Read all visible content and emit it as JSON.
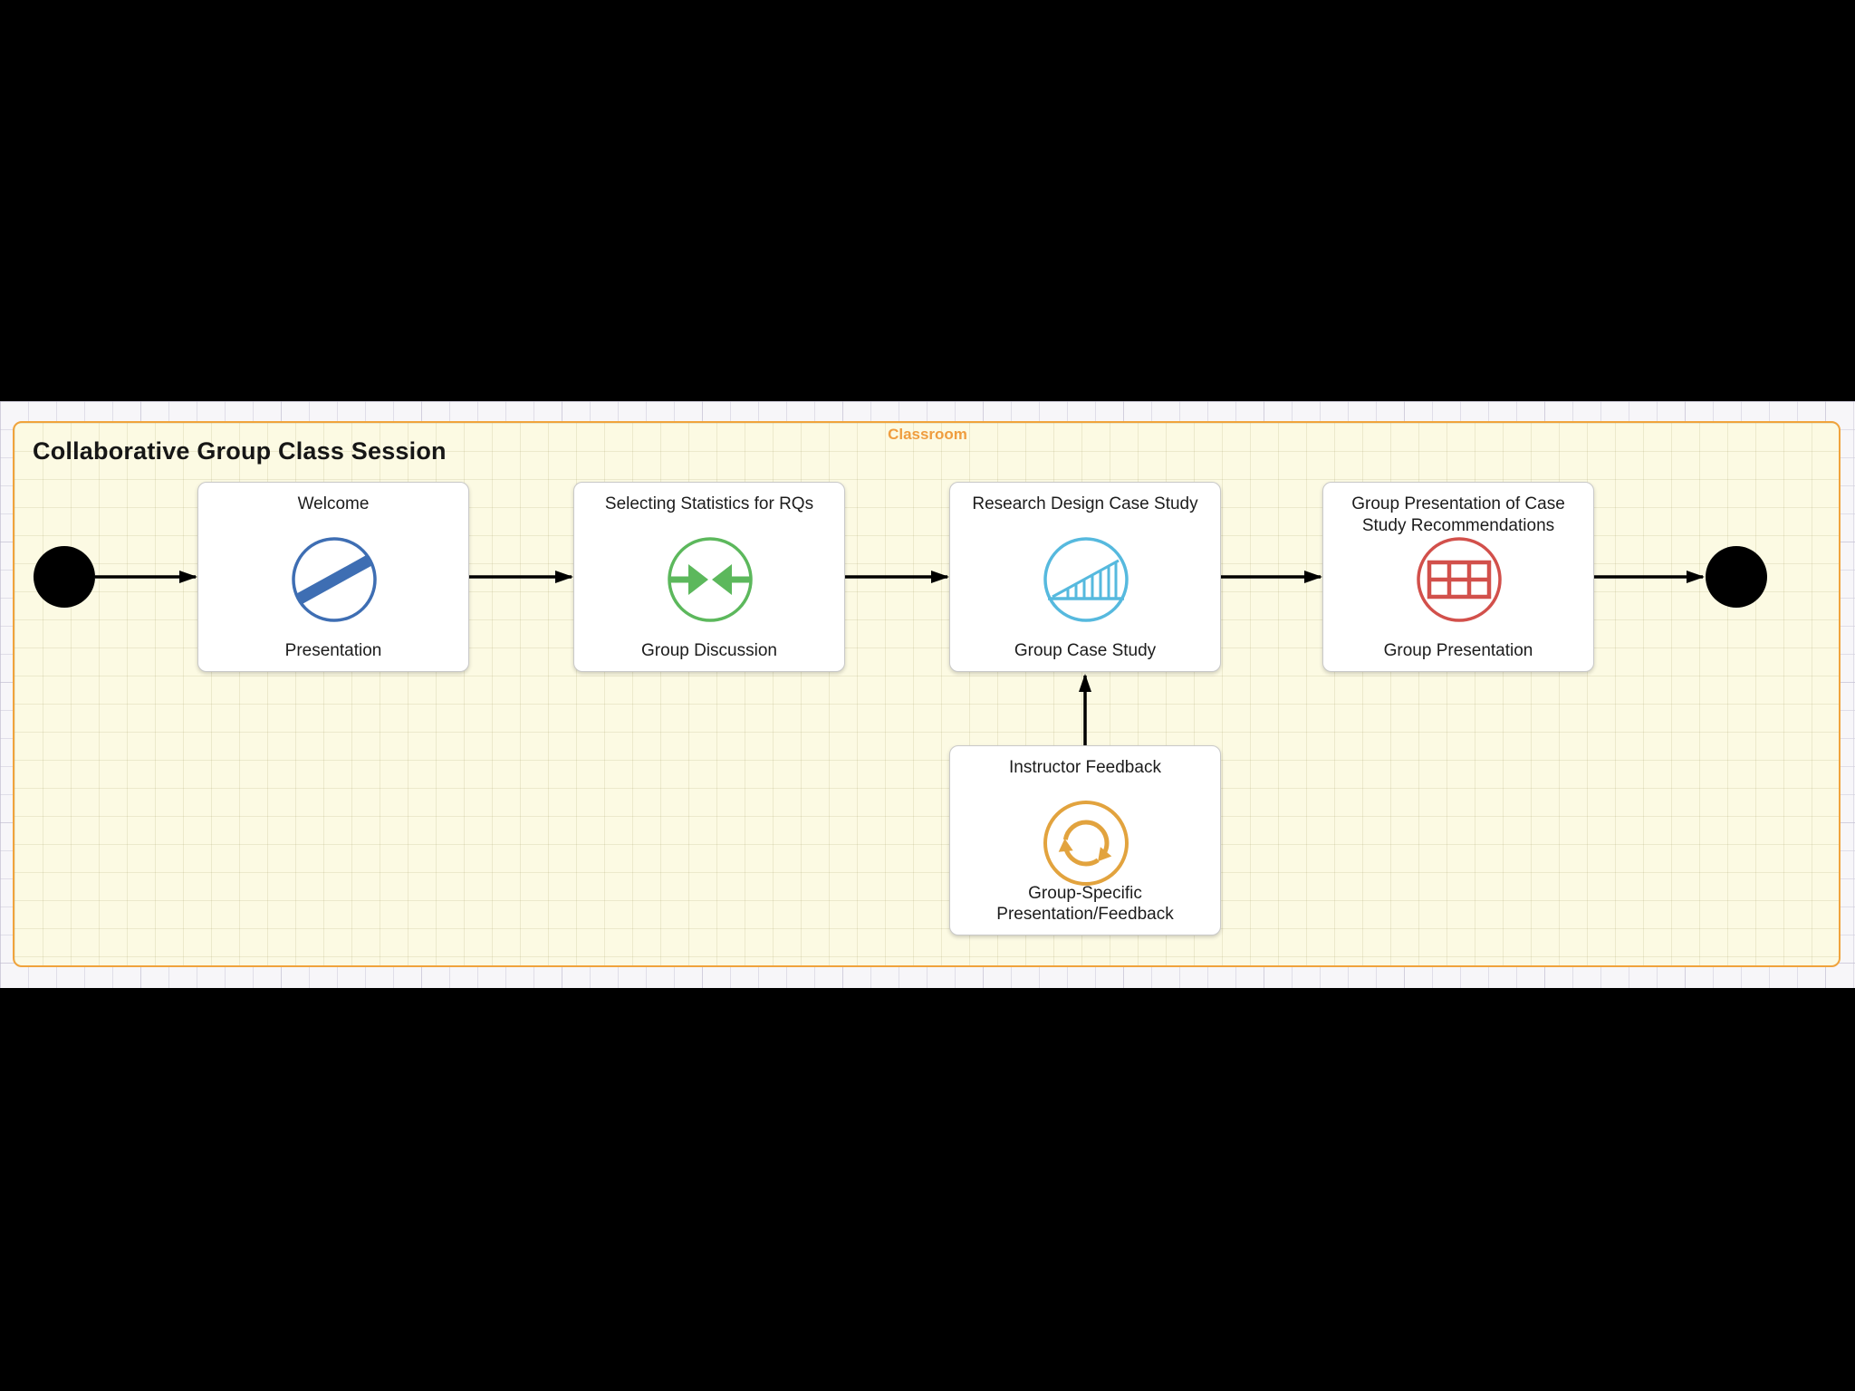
{
  "diagram": {
    "title": "Collaborative Group Class Session",
    "pool_label": "Classroom"
  },
  "tasks": {
    "welcome": {
      "title": "Welcome",
      "subtitle": "Presentation",
      "icon": "presentation-icon"
    },
    "selecting_statistics": {
      "title": "Selecting Statistics for RQs",
      "subtitle": "Group Discussion",
      "icon": "converging-arrows-icon"
    },
    "research_design": {
      "title": "Research Design Case Study",
      "subtitle": "Group Case Study",
      "icon": "growth-ramp-chart-icon"
    },
    "group_presentation": {
      "title": "Group Presentation of Case Study Recommendations",
      "subtitle": "Group Presentation",
      "icon": "table-grid-icon"
    },
    "instructor_feedback": {
      "title": "Instructor Feedback",
      "subtitle": "Group-Specific Presentation/Feedback",
      "icon": "cycle-arrows-icon"
    }
  },
  "events": {
    "start": "start-event",
    "end": "end-event"
  },
  "colors": {
    "canvas_bg": "#F7F6F9",
    "pool_fill": "#FCFAE3",
    "pool_border": "#F0A33C",
    "pool_label_color": "#EF9D3F",
    "blue": "#3E6EB3",
    "green": "#5CB85C",
    "lightblue": "#56B9DE",
    "red": "#D2504B",
    "orange": "#E2A33E",
    "node_border": "#C9C9C9",
    "edge": "#000000"
  }
}
